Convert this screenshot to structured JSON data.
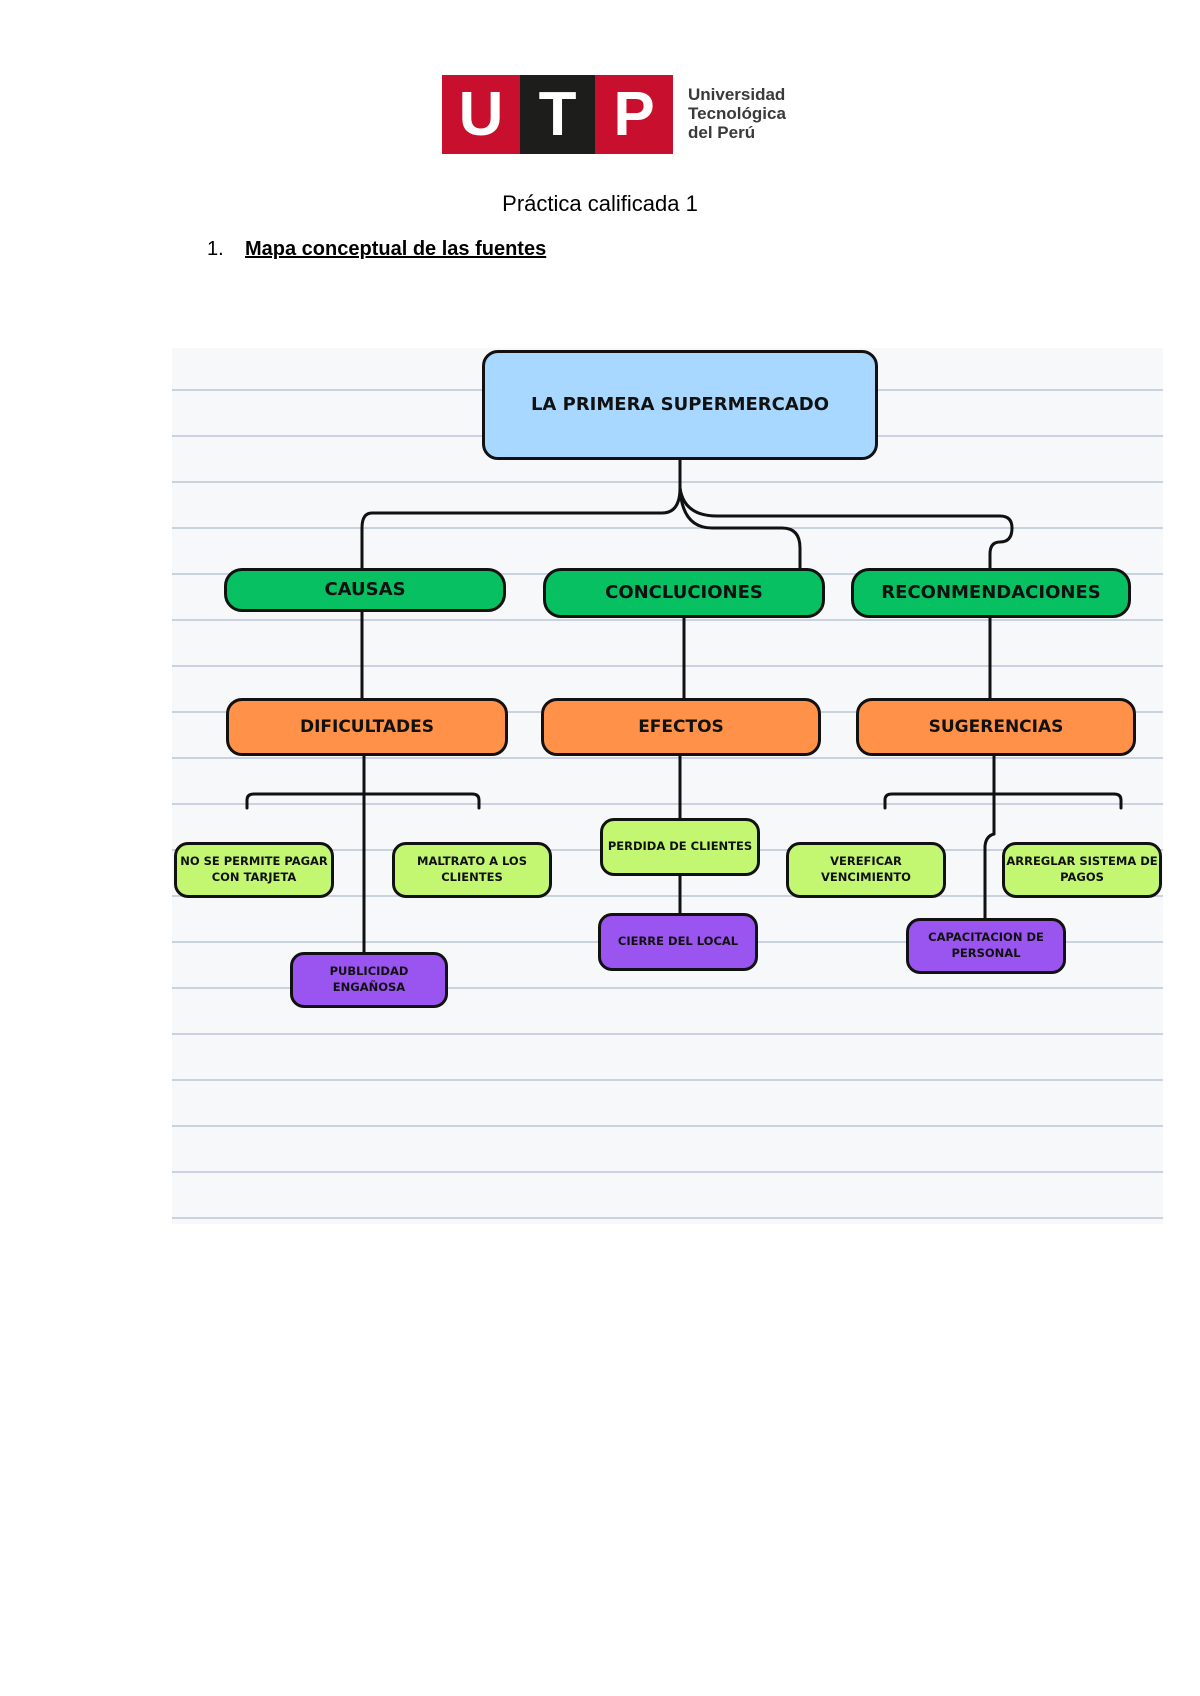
{
  "logo": {
    "letters": [
      "U",
      "T",
      "P"
    ],
    "name_lines": [
      "Universidad",
      "Tecnológica",
      "del Perú"
    ],
    "colors": {
      "red": "#c8102e",
      "black": "#1d1d1b"
    }
  },
  "title": "Práctica calificada 1",
  "section": {
    "number": "1.",
    "heading": "Mapa conceptual de las fuentes"
  },
  "concept_map": {
    "root": "LA PRIMERA SUPERMERCADO",
    "branches": [
      {
        "label": "CAUSAS",
        "child": "DIFICULTADES",
        "leaves": [
          "NO SE PERMITE PAGAR CON TARJETA",
          "MALTRATO A LOS CLIENTES",
          "PUBLICIDAD ENGAÑOSA"
        ]
      },
      {
        "label": "CONCLUCIONES",
        "child": "EFECTOS",
        "leaves": [
          "PERDIDA DE CLIENTES",
          "CIERRE DEL LOCAL"
        ]
      },
      {
        "label": "RECONMENDACIONES",
        "child": "SUGERENCIAS",
        "leaves": [
          "VEREFICAR VENCIMIENTO",
          "ARREGLAR SISTEMA DE PAGOS",
          "CAPACITACION DE PERSONAL"
        ]
      }
    ],
    "colors": {
      "root": "#a8d8ff",
      "branch": "#06c062",
      "child": "#ff9148",
      "leaf": "#c4f771",
      "leaf_alt": "#9a55f0"
    }
  }
}
